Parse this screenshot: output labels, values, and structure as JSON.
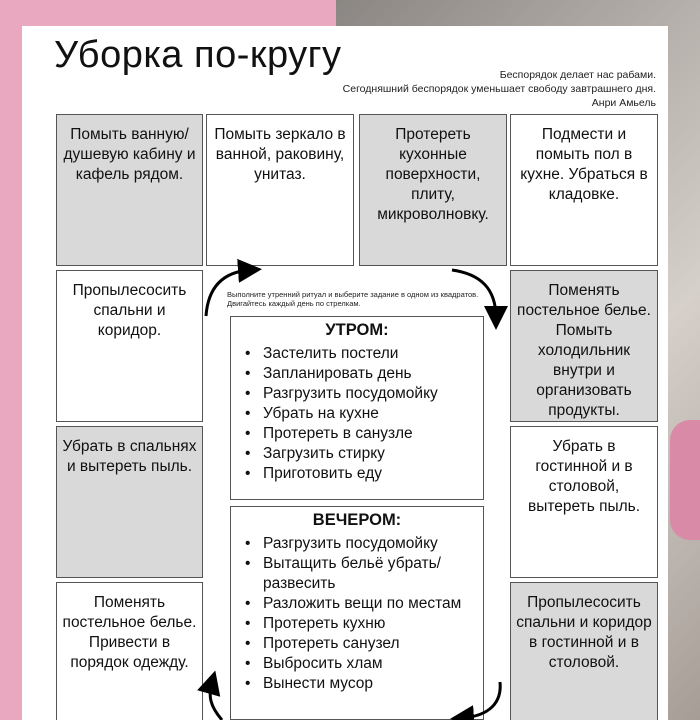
{
  "title": "Уборка по-кругу",
  "quote": {
    "line1": "Беспорядок делает нас рабами.",
    "line2": "Сегодняшний беспорядок уменьшает свободу завтрашнего дня.",
    "author": "Анри Амьель"
  },
  "cells": {
    "top1": "Помыть ванную/душевую кабину и кафель рядом.",
    "top2": "Помыть зеркало в ванной, раковину, унитаз.",
    "top3": "Протереть кухонные поверхности, плиту, микроволновку.",
    "top4": "Подмести и помыть пол в кухне. Убраться в кладовке.",
    "left1": "Пропылесосить спальни и коридор.",
    "left2": "Убрать в спальнях и вытереть пыль.",
    "left3": "Поменять постельное белье. Привести в порядок одежду.",
    "right1": "Поменять постельное белье. Помыть холодильник внутри и организовать продукты.",
    "right2": "Убрать в гостинной и в столовой, вытереть пыль.",
    "right3": "Пропылесосить спальни и коридор в гостинной и в столовой."
  },
  "instruction": "Выполните утренний ритуал и выберите задание в одном из квадратов. Двигайтесь каждый день по стрелкам.",
  "morning": {
    "heading": "УТРОМ:",
    "items": [
      "Застелить постели",
      "Запланировать день",
      "Разгрузить посудомойку",
      "Убрать на кухне",
      "Протереть в санузле",
      "Загрузить стирку",
      "Приготовить еду"
    ]
  },
  "evening": {
    "heading": "ВЕЧЕРОМ:",
    "items": [
      "Разгрузить посудомойку",
      "Вытащить бельё убрать/развесить",
      "Разложить вещи по местам",
      "Протереть кухню",
      "Протереть санузел",
      "Выбросить хлам",
      "Вынести мусор"
    ]
  }
}
